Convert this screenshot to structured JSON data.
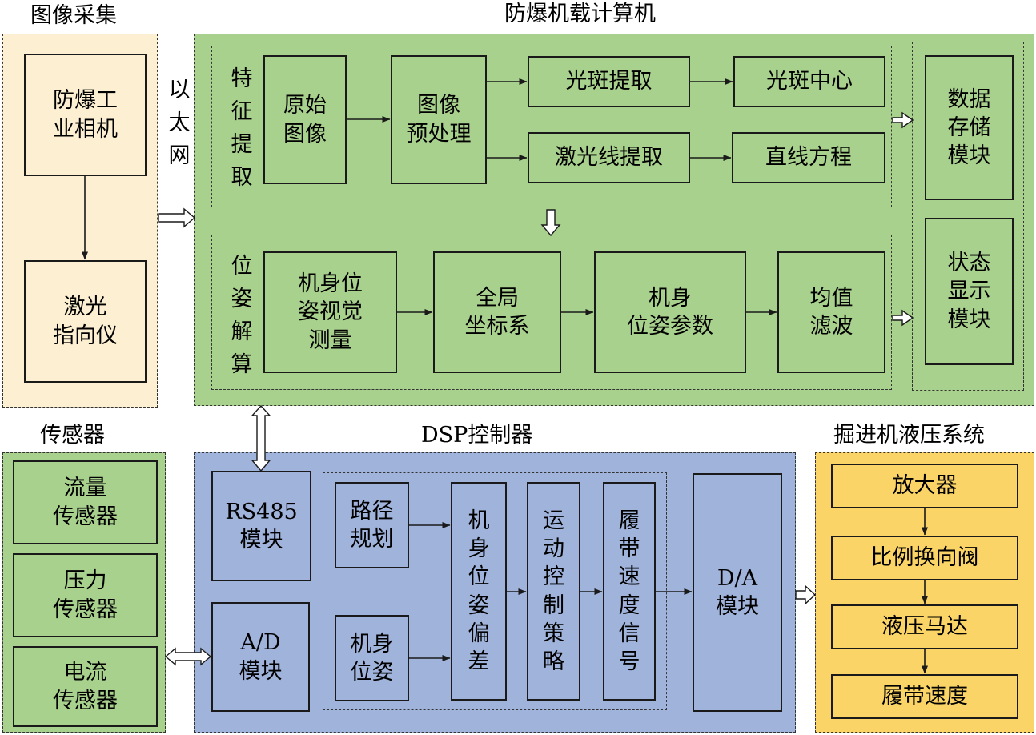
{
  "image_acquisition": {
    "title": "图像采集",
    "camera": "防爆工\n业相机",
    "laser": "激光\n指向仪"
  },
  "ethernet_label": "以\n太\n网",
  "computer": {
    "title": "防爆机载计算机",
    "feature": {
      "label": "特\n征\n提\n取",
      "raw_image": "原始\n图像",
      "preprocess": "图像\n预处理",
      "spot_extract": "光斑提取",
      "spot_center": "光斑中心",
      "line_extract": "激光线提取",
      "line_equation": "直线方程"
    },
    "pose": {
      "label": "位\n姿\n解\n算",
      "vision_measure": "机身位\n姿视觉\n测量",
      "global_coord": "全局\n坐标系",
      "pose_params": "机身\n位姿参数",
      "mean_filter": "均值\n滤波"
    },
    "data_storage": "数据\n存储\n模块",
    "status_display": "状态\n显示\n模块"
  },
  "sensors": {
    "title": "传感器",
    "flow": "流量\n传感器",
    "pressure": "压力\n传感器",
    "current": "电流\n传感器"
  },
  "dsp": {
    "title": "DSP控制器",
    "rs485": "RS485\n模块",
    "ad": "A/D\n模块",
    "path_planning": "路径\n规划",
    "body_pose": "机身\n位姿",
    "pose_deviation": "机\n身\n位\n姿\n偏\n差",
    "motion_control": "运\n动\n控\n制\n策\n略",
    "track_speed_signal": "履\n带\n速\n度\n信\n号",
    "da": "D/A\n模块"
  },
  "hydraulic": {
    "title": "掘进机液压系统",
    "amplifier": "放大器",
    "valve": "比例换向阀",
    "motor": "液压马达",
    "track_speed": "履带速度"
  },
  "colors": {
    "computer_bg": "#a9d18e",
    "dsp_bg": "#9fb3db",
    "hydraulic_bg": "#fad466",
    "acquisition_bg": "#fdf0d2"
  }
}
